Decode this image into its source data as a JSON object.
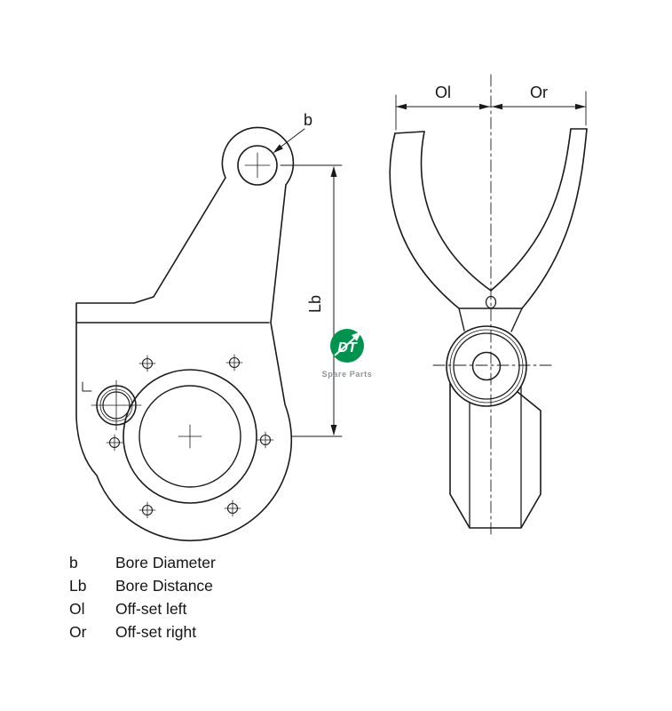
{
  "drawing": {
    "line_color": "#1a1a1a",
    "labels": {
      "bore": "b",
      "bore_distance": "Lb",
      "offset_left": "Ol",
      "offset_right": "Or"
    }
  },
  "legend": {
    "items": [
      {
        "symbol": "b",
        "description": "Bore Diameter"
      },
      {
        "symbol": "Lb",
        "description": "Bore Distance"
      },
      {
        "symbol": "Ol",
        "description": "Off-set left"
      },
      {
        "symbol": "Or",
        "description": "Off-set right"
      }
    ]
  },
  "logo": {
    "name": "DT",
    "tagline": "Spare Parts",
    "badge_color": "#00934e",
    "tagline_color": "#8e959a"
  }
}
